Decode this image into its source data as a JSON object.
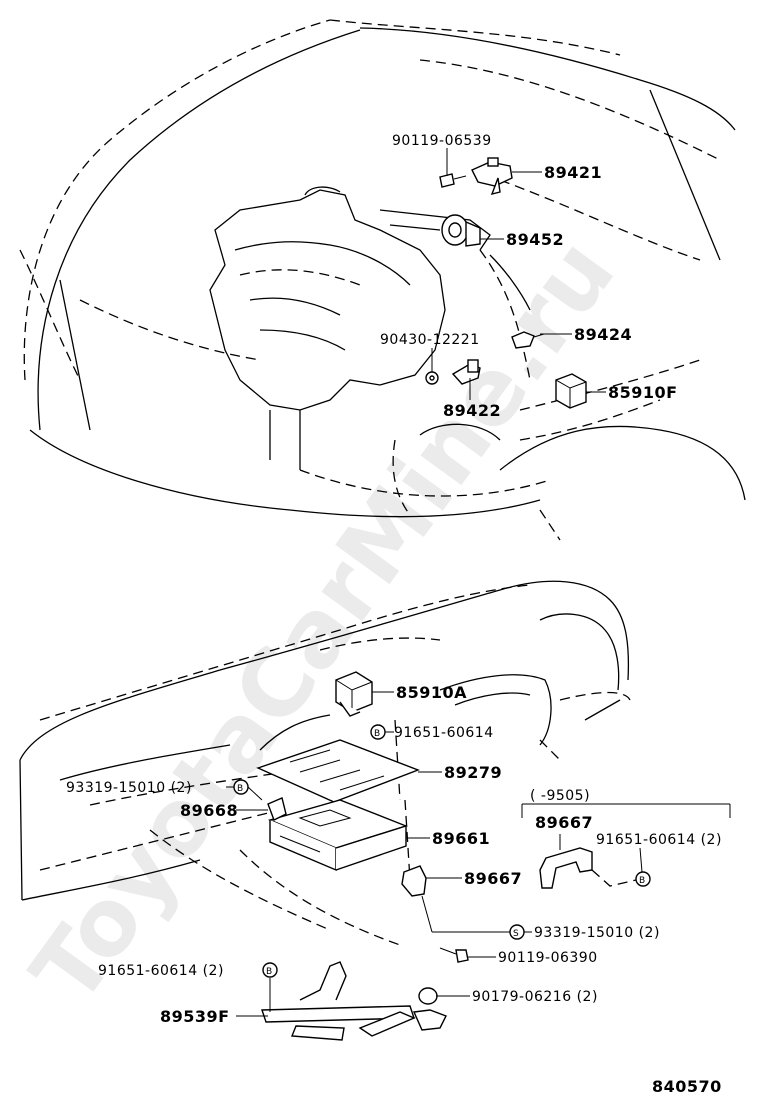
{
  "watermark": "ToyotaCarMine.ru",
  "diagram_number": "840570",
  "engine_bay": {
    "parts": {
      "p1": "90119-06539",
      "p2": "89421",
      "p3": "89452",
      "p4": "90430-12221",
      "p5": "89424",
      "p6": "89422",
      "p7": "85910F"
    }
  },
  "dash": {
    "parts": {
      "p1": "85910A",
      "p2": "91651-60614",
      "p3": "93319-15010 (2)",
      "p4": "89279",
      "p5": "89668",
      "p6": "89661",
      "p7": "89667",
      "p8": "93319-15010 (2)",
      "p9": "90119-06390",
      "p10": "91651-60614 (2)",
      "p11": "90179-06216 (2)",
      "p12": "89539F"
    },
    "inset": {
      "range": "(      -9505)",
      "part_main": "89667",
      "part_sub": "91651-60614 (2)"
    }
  },
  "bolt_markers": {
    "b": "B",
    "s": "S"
  }
}
